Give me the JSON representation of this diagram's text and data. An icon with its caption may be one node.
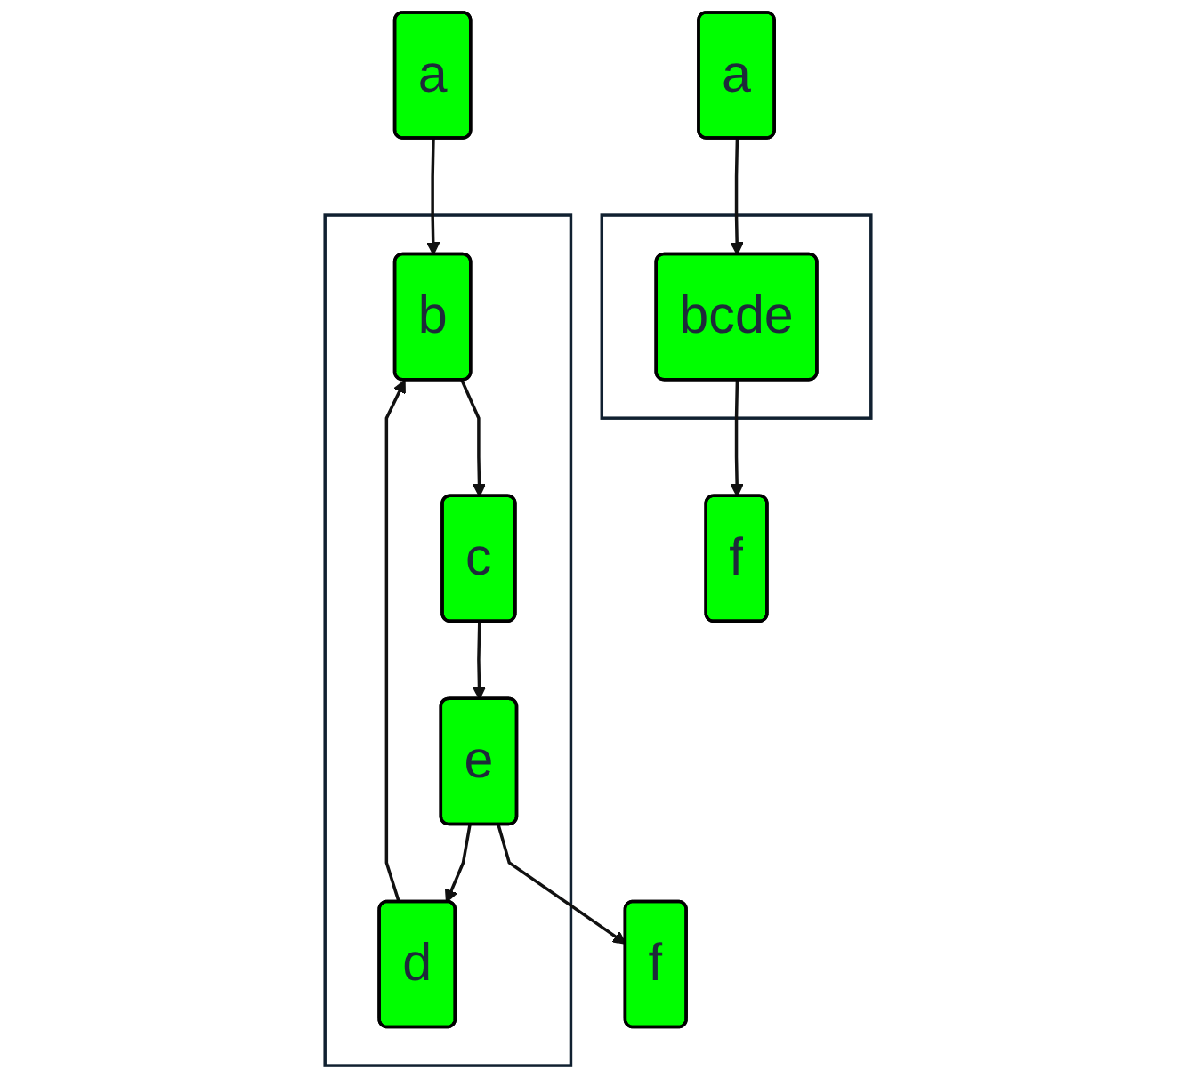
{
  "diagram": {
    "nodes": [
      {
        "text": [
          "a"
        ]
      },
      {
        "text": [],
        "shape": "box"
      },
      {
        "text": [
          "b"
        ],
        "in": 1
      },
      {
        "text": [
          "c"
        ],
        "in": 1
      },
      {
        "text": [
          "d"
        ],
        "in": 1
      },
      {
        "text": [
          "e"
        ],
        "in": 1
      },
      {
        "text": [
          "f"
        ]
      },
      {
        "text": [
          "a"
        ]
      },
      {
        "text": [],
        "shape": "box"
      },
      {
        "text": [
          "bcde"
        ],
        "in": 8
      },
      {
        "text": [
          "f"
        ]
      }
    ],
    "edges": [
      {
        "from": 0,
        "to": 2,
        "arrow": "to"
      },
      {
        "from": 2,
        "to": 3,
        "arrow": "to"
      },
      {
        "from": 3,
        "to": 5,
        "arrow": "to"
      },
      {
        "from": 5,
        "to": 4,
        "arrow": "to"
      },
      {
        "from": 4,
        "to": 2,
        "arrow": "to"
      },
      {
        "from": 5,
        "to": 6,
        "arrow": "to"
      },
      {
        "from": 7,
        "to": 9,
        "arrow": "to"
      },
      {
        "from": 9,
        "to": 10,
        "arrow": "to"
      }
    ]
  }
}
